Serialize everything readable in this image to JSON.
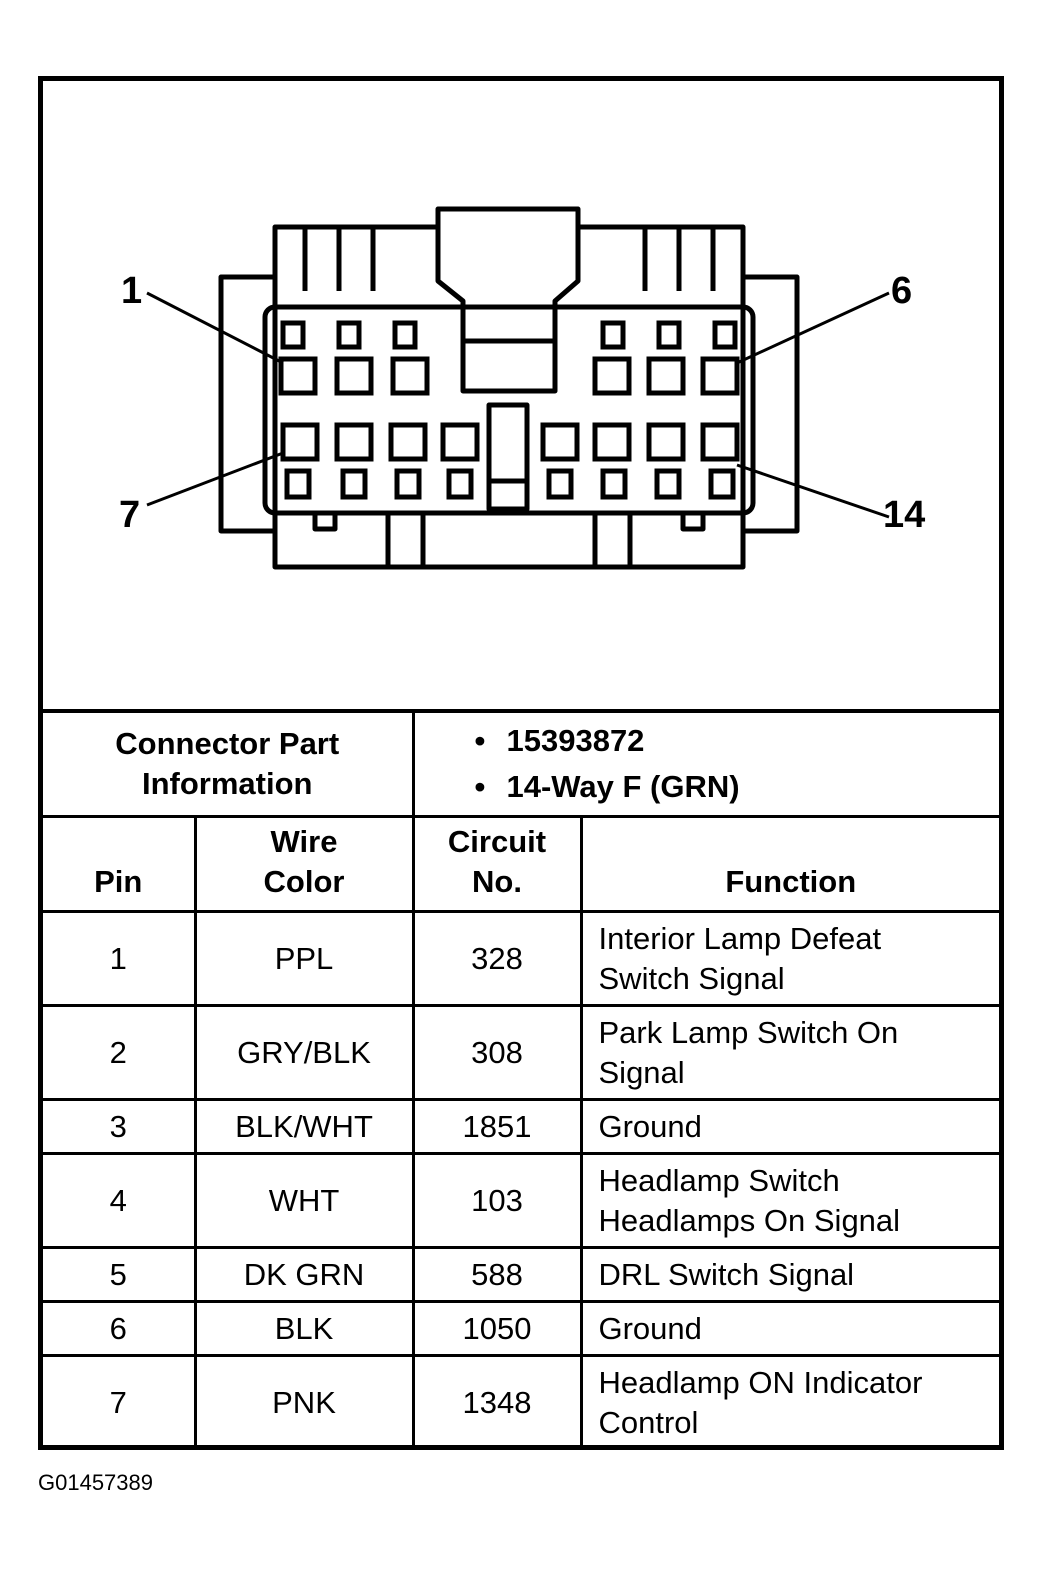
{
  "diagram": {
    "pin_callouts": [
      "1",
      "6",
      "7",
      "14"
    ]
  },
  "connector_info": {
    "label_line1": "Connector Part",
    "label_line2": "Information",
    "bullet": "•",
    "values": [
      "15393872",
      "14-Way F (GRN)"
    ]
  },
  "table": {
    "headers": {
      "pin": "Pin",
      "wire_color_line1": "Wire",
      "wire_color_line2": "Color",
      "circuit_line1": "Circuit",
      "circuit_line2": "No.",
      "function": "Function"
    },
    "rows": [
      {
        "pin": "1",
        "wire": "PPL",
        "circuit": "328",
        "function_line1": "Interior Lamp Defeat",
        "function_line2": "Switch Signal"
      },
      {
        "pin": "2",
        "wire": "GRY/BLK",
        "circuit": "308",
        "function_line1": "Park Lamp Switch On",
        "function_line2": "Signal"
      },
      {
        "pin": "3",
        "wire": "BLK/WHT",
        "circuit": "1851",
        "function_line1": "Ground",
        "function_line2": ""
      },
      {
        "pin": "4",
        "wire": "WHT",
        "circuit": "103",
        "function_line1": "Headlamp Switch",
        "function_line2": "Headlamps On Signal"
      },
      {
        "pin": "5",
        "wire": "DK GRN",
        "circuit": "588",
        "function_line1": "DRL Switch Signal",
        "function_line2": ""
      },
      {
        "pin": "6",
        "wire": "BLK",
        "circuit": "1050",
        "function_line1": "Ground",
        "function_line2": ""
      },
      {
        "pin": "7",
        "wire": "PNK",
        "circuit": "1348",
        "function_line1": "Headlamp ON Indicator",
        "function_line2": "Control"
      }
    ]
  },
  "figure_id": "G01457389"
}
